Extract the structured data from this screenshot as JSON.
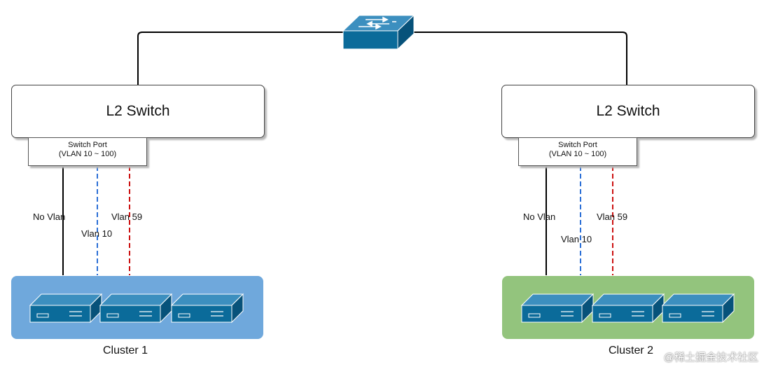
{
  "colors": {
    "cluster1_fill": "#6fa8dc",
    "cluster2_fill": "#93c47d",
    "device_fill": "#0b6b9a",
    "vlan10_line": "#2b6fd6",
    "vlan59_line": "#cc1111",
    "plain_line": "#000000"
  },
  "core_switch": {
    "icon": "network-switch-icon"
  },
  "left": {
    "switch_label": "L2 Switch",
    "port_line1": "Switch Port",
    "port_line2": "(VLAN 10 ~ 100)",
    "link_no_vlan": "No Vlan",
    "link_vlan10": "Vlan 10",
    "link_vlan59": "Vlan 59",
    "cluster_label": "Cluster 1",
    "device_icon": "server-icon"
  },
  "right": {
    "switch_label": "L2 Switch",
    "port_line1": "Switch Port",
    "port_line2": "(VLAN 10 ~ 100)",
    "link_no_vlan": "No Vlan",
    "link_vlan10": "Vlan 10",
    "link_vlan59": "Vlan 59",
    "cluster_label": "Cluster 2",
    "device_icon": "server-icon"
  },
  "watermark": "@稀土掘金技术社区"
}
